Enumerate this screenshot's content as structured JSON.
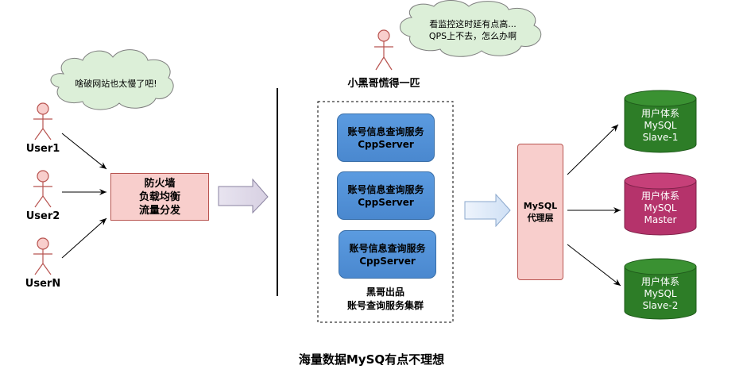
{
  "users": [
    {
      "label": "User1"
    },
    {
      "label": "User2"
    },
    {
      "label": "UserN"
    }
  ],
  "user_cloud": {
    "text": "啥破网站也太慢了吧!"
  },
  "firewall": {
    "lines": [
      "防火墙",
      "负载均衡",
      "流量分发"
    ]
  },
  "operator": {
    "label": "小黑哥慌得一匹"
  },
  "operator_cloud": {
    "line1": "看监控这时延有点高...",
    "line2": "QPS上不去，怎么办啊"
  },
  "services": [
    {
      "line1": "账号信息查询服务",
      "line2": "CppServer"
    },
    {
      "line1": "账号信息查询服务",
      "line2": "CppServer"
    },
    {
      "line1": "账号信息查询服务",
      "line2": "CppServer"
    }
  ],
  "cluster": {
    "line1": "黑哥出品",
    "line2": "账号查询服务集群"
  },
  "proxy": {
    "line1": "MySQL",
    "line2": "代理层"
  },
  "databases": [
    {
      "line1": "用户体系",
      "line2": "MySQL",
      "line3": "Slave-1",
      "color": "#2d7d27"
    },
    {
      "line1": "用户体系",
      "line2": "MySQL",
      "line3": "Master",
      "color": "#b5336b"
    },
    {
      "line1": "用户体系",
      "line2": "MySQL",
      "line3": "Slave-2",
      "color": "#2d7d27"
    }
  ],
  "caption": "海量数据MySQ有点不理想",
  "colors": {
    "stick_figure": "#b85450",
    "stick_fill": "#f8cecc",
    "cloud_fill": "#dcefd8",
    "cloud_stroke": "#7f7f7f"
  }
}
